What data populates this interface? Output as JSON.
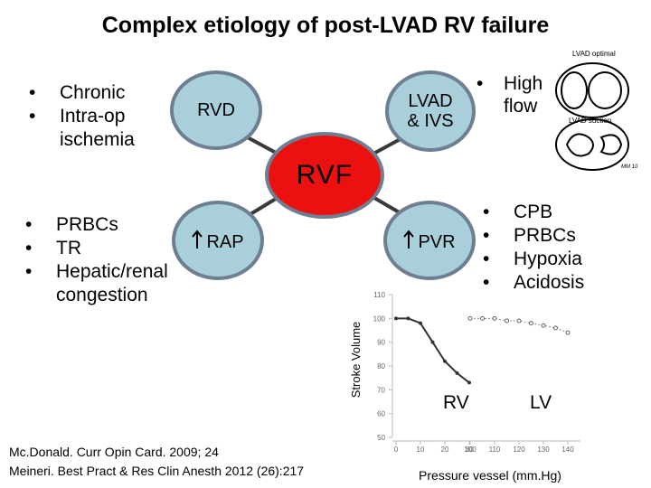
{
  "title": "Complex etiology of post-LVAD RV failure",
  "left_top_list": [
    "Chronic",
    "Intra-op",
    "ischemia"
  ],
  "left_bottom_list": [
    "PRBCs",
    "TR",
    "Hepatic/renal",
    "congestion"
  ],
  "nodes": {
    "rvd": "RVD",
    "lvad_line1": "LVAD",
    "lvad_line2": "& IVS",
    "rvf": "RVF",
    "rap": "RAP",
    "pvr": "PVR"
  },
  "high_flow": {
    "line1": "High",
    "line2": "flow"
  },
  "right_list": [
    "CPB",
    "PRBCs",
    "Hypoxia",
    "Acidosis"
  ],
  "lvad_images": {
    "top_label": "LVAD optimal",
    "bottom_label": "LVAD suction",
    "signature": "MM 10"
  },
  "graph": {
    "ylabel": "Stroke Volume",
    "xlabel": "Pressure vessel (mm.Hg)",
    "rv_label": "RV",
    "lv_label": "LV",
    "y_ticks": [
      "110",
      "100",
      "90",
      "80",
      "70",
      "60",
      "50"
    ],
    "x_ticks": [
      "0",
      "10",
      "20",
      "30",
      "100",
      "110",
      "120",
      "130",
      "140"
    ]
  },
  "chart_data": {
    "type": "line",
    "ylabel": "Stroke Volume",
    "xlabel": "Pressure vessel (mm.Hg)",
    "ylim": [
      50,
      110
    ],
    "series": [
      {
        "name": "RV",
        "x": [
          0,
          5,
          10,
          15,
          20,
          25,
          30
        ],
        "y": [
          100,
          100,
          98,
          90,
          82,
          77,
          73
        ]
      },
      {
        "name": "LV",
        "x": [
          100,
          105,
          110,
          115,
          120,
          125,
          130,
          135,
          140
        ],
        "y": [
          100,
          100,
          100,
          99,
          99,
          98,
          97,
          96,
          94
        ]
      }
    ]
  },
  "references": [
    "Mc.Donald. Curr Opin Card. 2009; 24",
    "Meineri. Best Pract & Res Clin Anesth  2012 (26):217"
  ],
  "colors": {
    "circle_fill": "#a9cfdb",
    "circle_border": "#6e7f92",
    "rvf_fill": "#ec1111"
  }
}
